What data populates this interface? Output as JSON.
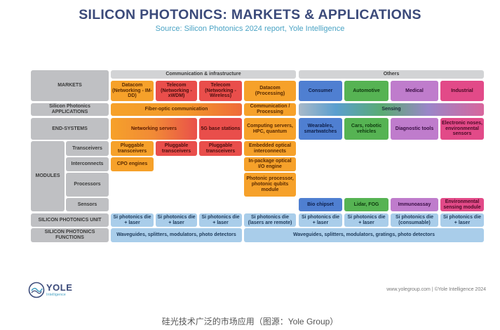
{
  "title": "SILICON PHOTONICS: MARKETS & APPLICATIONS",
  "subtitle": "Source: Silicon Photonics 2024 report, Yole Intelligence",
  "headers": {
    "communication": "Communication & infrastructure",
    "others": "Others"
  },
  "row_labels": {
    "markets": "MARKETS",
    "applications": "Silicon Photonics APPLICATIONS",
    "end_systems": "END-SYSTEMS",
    "modules": "MODULES",
    "transceivers": "Transceivers",
    "interconnects": "Interconnects",
    "processors": "Processors",
    "sensors": "Sensors",
    "unit": "SILICON PHOTONICS UNIT",
    "functions": "SILICON PHOTONICS FUNCTIONS"
  },
  "markets": [
    "Datacom (Networking - IM-DD)",
    "Telecom (Networking - xWDM)",
    "Telecom (Networking - Wireless)",
    "Datacom (Processing)",
    "Consumer",
    "Automotive",
    "Medical",
    "Industrial"
  ],
  "applications": {
    "fiber": "Fiber-optic communication",
    "comm_processing": "Communication / Processing",
    "sensing": "Sensing"
  },
  "end_systems": {
    "networking_servers": "Networking servers",
    "5g": "5G base stations",
    "computing": "Computing servers, HPC, quantum",
    "wearables": "Wearables, smartwatches",
    "cars": "Cars, robotic vehicles",
    "diagnostic": "Diagnostic tools",
    "noses": "Electronic noses, environmental sensors"
  },
  "modules": {
    "pluggable_1": "Pluggable transceivers",
    "pluggable_2": "Pluggable transceivers",
    "pluggable_3": "Pluggable transceivers",
    "embedded": "Embedded optical interconnects",
    "cpo": "CPO engines",
    "in_package": "In-package optical I/O engine",
    "photonic_processor": "Photonic processor, photonic qubits module",
    "bio": "Bio chipset",
    "lidar": "Lidar, FOG",
    "immuno": "Immunoassay",
    "env": "Environmental sensing module"
  },
  "units": [
    "Si photonics die + laser",
    "Si photonics die + laser",
    "Si photonics die + laser",
    "Si photonics die (lasers are remote)",
    "Si photonics die + laser",
    "Si photonics die + laser",
    "Si photonics die (consumable)",
    "Si photonics die + laser"
  ],
  "functions": {
    "left": "Waveguides, splitters, modulators, photo detectors",
    "right": "Waveguides, splitters, modulators, gratings, photo detectors"
  },
  "logo": {
    "name": "YOLE",
    "sub": "Intelligence"
  },
  "footer_note": "www.yolegroup.com | ©Yole Intelligence 2024",
  "caption": "硅光技术广泛的市场应用（图源：Yole Group）",
  "colors": {
    "title": "#3b4a7a",
    "subtitle": "#4aa3c4",
    "datacom": "#f6a12a",
    "telecom": "#e94e4b",
    "consumer": "#4f7fd1",
    "automotive": "#56b353",
    "medical": "#bf7ccc",
    "industrial": "#e24a88",
    "unit": "#a9cdea",
    "label": "#bfc0c3"
  }
}
